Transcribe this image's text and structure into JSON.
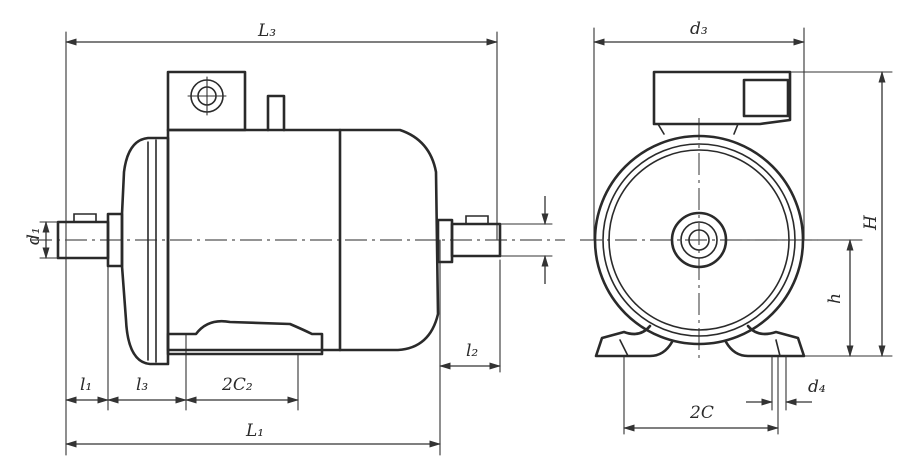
{
  "figure": {
    "side_view_labels": {
      "overall_length_top": "L₃",
      "overall_length_bottom": "L₁",
      "shaft_diameter": "d₁",
      "shaft_length_left": "l₁",
      "end_to_foot_length": "l₃",
      "foot_hole_spacing": "2C₂",
      "shaft_length_right": "l₂"
    },
    "front_view_labels": {
      "body_diameter": "d₃",
      "overall_height": "H",
      "shaft_axis_height": "h",
      "foot_hole_spacing": "2C",
      "mounting_hole_diameter": "d₄"
    },
    "colors": {
      "ink": "#2a2a2a",
      "paper": "#ffffff"
    }
  }
}
